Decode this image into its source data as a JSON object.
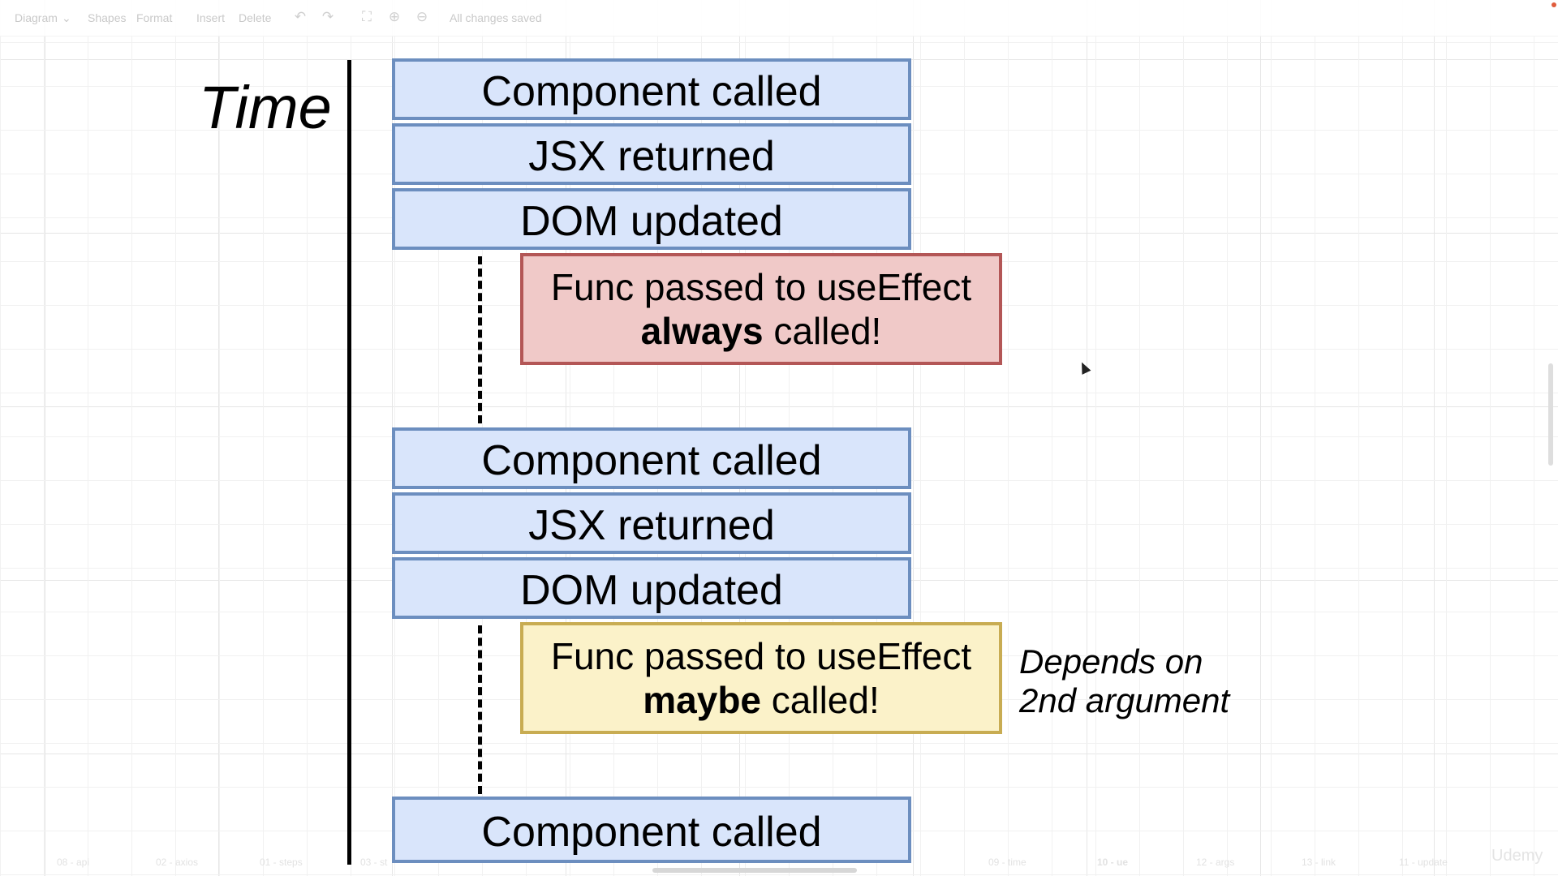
{
  "toolbar": {
    "diagram_menu": "Diagram",
    "shapes_tab": "Shapes",
    "format_tab": "Format",
    "insert_menu": "Insert",
    "delete_label": "Delete",
    "save_status": "All changes saved"
  },
  "diagram": {
    "time_label": "Time",
    "blocks": [
      {
        "steps": [
          "Component called",
          "JSX returned",
          "DOM updated"
        ],
        "effect": {
          "line1": "Func passed to useEffect",
          "bold": "always",
          "rest": " called!",
          "color": "#f0c9c8"
        }
      },
      {
        "steps": [
          "Component called",
          "JSX returned",
          "DOM updated"
        ],
        "effect": {
          "line1": "Func passed to useEffect",
          "bold": "maybe",
          "rest": " called!",
          "color": "#fbf2c9"
        }
      },
      {
        "steps": [
          "Component called"
        ]
      }
    ],
    "note": {
      "line1": "Depends on",
      "line2": "2nd argument"
    }
  },
  "bottom_tabs": [
    "08 - api",
    "02 - axios",
    "01 - steps",
    "03 - st",
    "09 - time",
    "10 - ue",
    "12 - args",
    "13 - link",
    "11 - update"
  ],
  "watermark": "Udemy",
  "colors": {
    "step_fill": "#d9e5fb",
    "step_border": "#6c8ebf",
    "red_border": "#b35656",
    "yellow_border": "#c8ac52"
  }
}
